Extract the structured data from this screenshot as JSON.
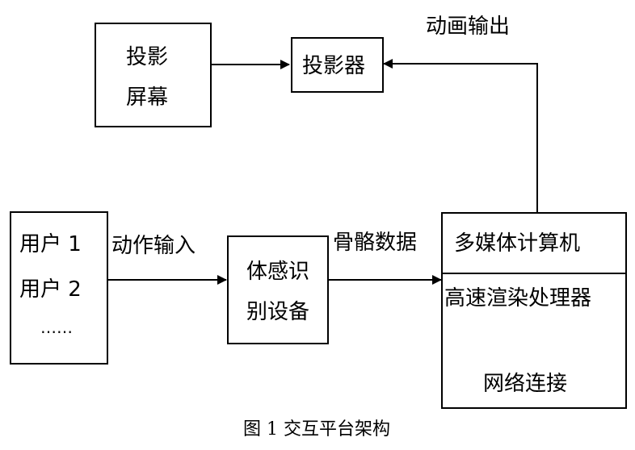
{
  "nodes": {
    "screen": {
      "line1": "投影",
      "line2": "屏幕"
    },
    "projector": {
      "label": "投影器"
    },
    "users": {
      "line1": "用户 1",
      "line2": "用户 2",
      "line3": "……"
    },
    "sensor": {
      "line1": "体感识",
      "line2": "别设备"
    },
    "computer": {
      "header": "多媒体计算机",
      "line1": "高速渲染处理器",
      "line2": "网络连接"
    }
  },
  "edges": {
    "animation_output": "动画输出",
    "action_input": "动作输入",
    "skeleton_data": "骨骼数据"
  },
  "caption": "图 1 交互平台架构"
}
